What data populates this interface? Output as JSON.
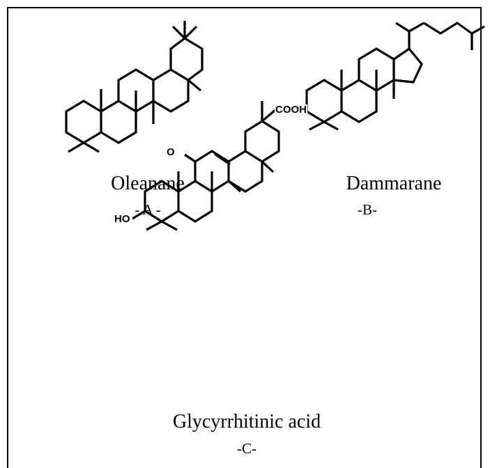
{
  "structures": [
    {
      "name": "Oleanane",
      "code": "- A -"
    },
    {
      "name": "Dammarane",
      "code": "-B-"
    },
    {
      "name": "Glycyrrhitinic acid",
      "code": "-C-"
    }
  ],
  "atoms": {
    "cooh": "COOH",
    "oxo": "O",
    "hydroxyl": "HO"
  },
  "colors": {
    "line": "#000000",
    "background": "#ffffff"
  }
}
